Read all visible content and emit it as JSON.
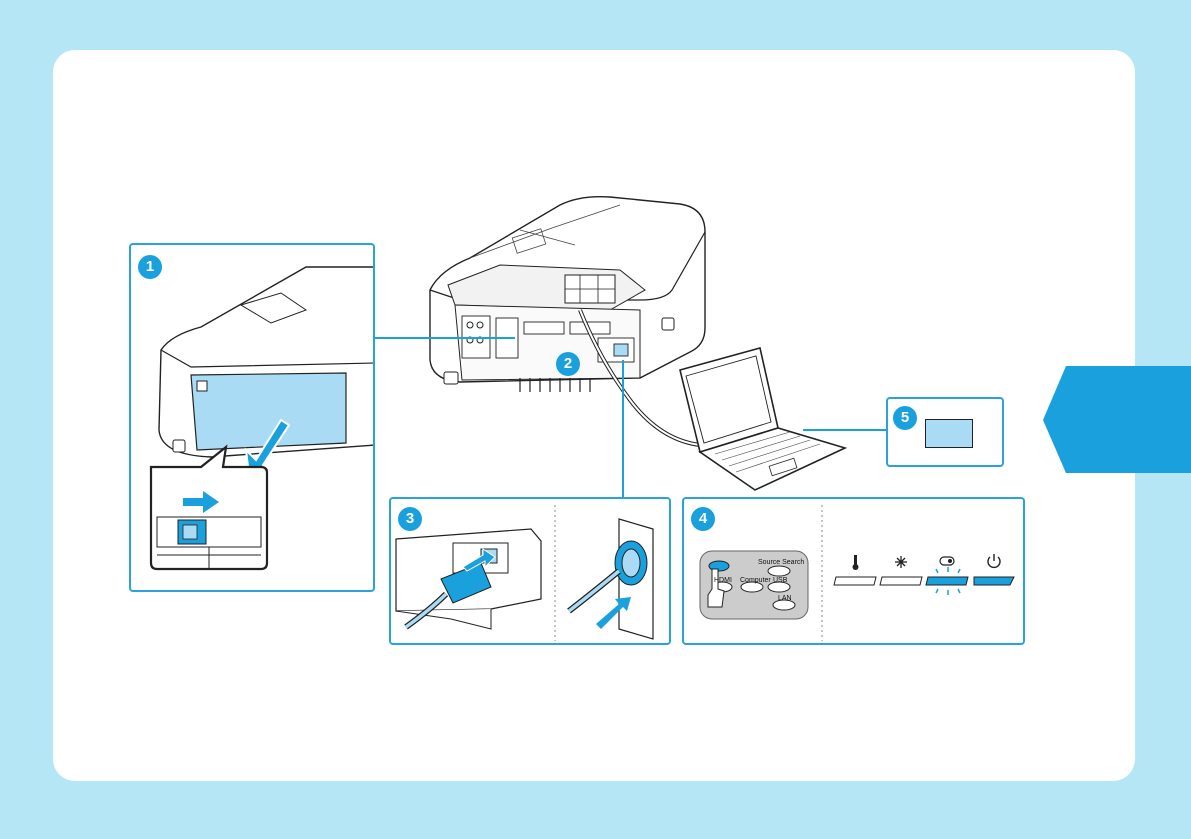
{
  "colors": {
    "page_background": "#b4e6f6",
    "card_background": "#ffffff",
    "accent": "#1aa0dc",
    "panel_border": "#29a3d9",
    "highlight_fill": "#a9dcf4"
  },
  "steps": [
    {
      "number": "1",
      "icon": "projector-cover-slide-icon"
    },
    {
      "number": "2",
      "icon": "projector-cable-port-icon"
    },
    {
      "number": "3",
      "icon": "power-plug-icon"
    },
    {
      "number": "4",
      "icon": "remote-control-icon"
    },
    {
      "number": "5",
      "icon": "screen-preview-icon"
    }
  ],
  "remote": {
    "source_search": "Source Search",
    "hdmi": "HDMI",
    "computer": "Computer",
    "usb": "USB",
    "lan": "LAN"
  },
  "indicators": [
    {
      "icon": "temperature-icon",
      "state": "off"
    },
    {
      "icon": "lamp-icon",
      "state": "off"
    },
    {
      "icon": "status-icon",
      "state": "flashing"
    },
    {
      "icon": "power-icon",
      "state": "on"
    }
  ]
}
